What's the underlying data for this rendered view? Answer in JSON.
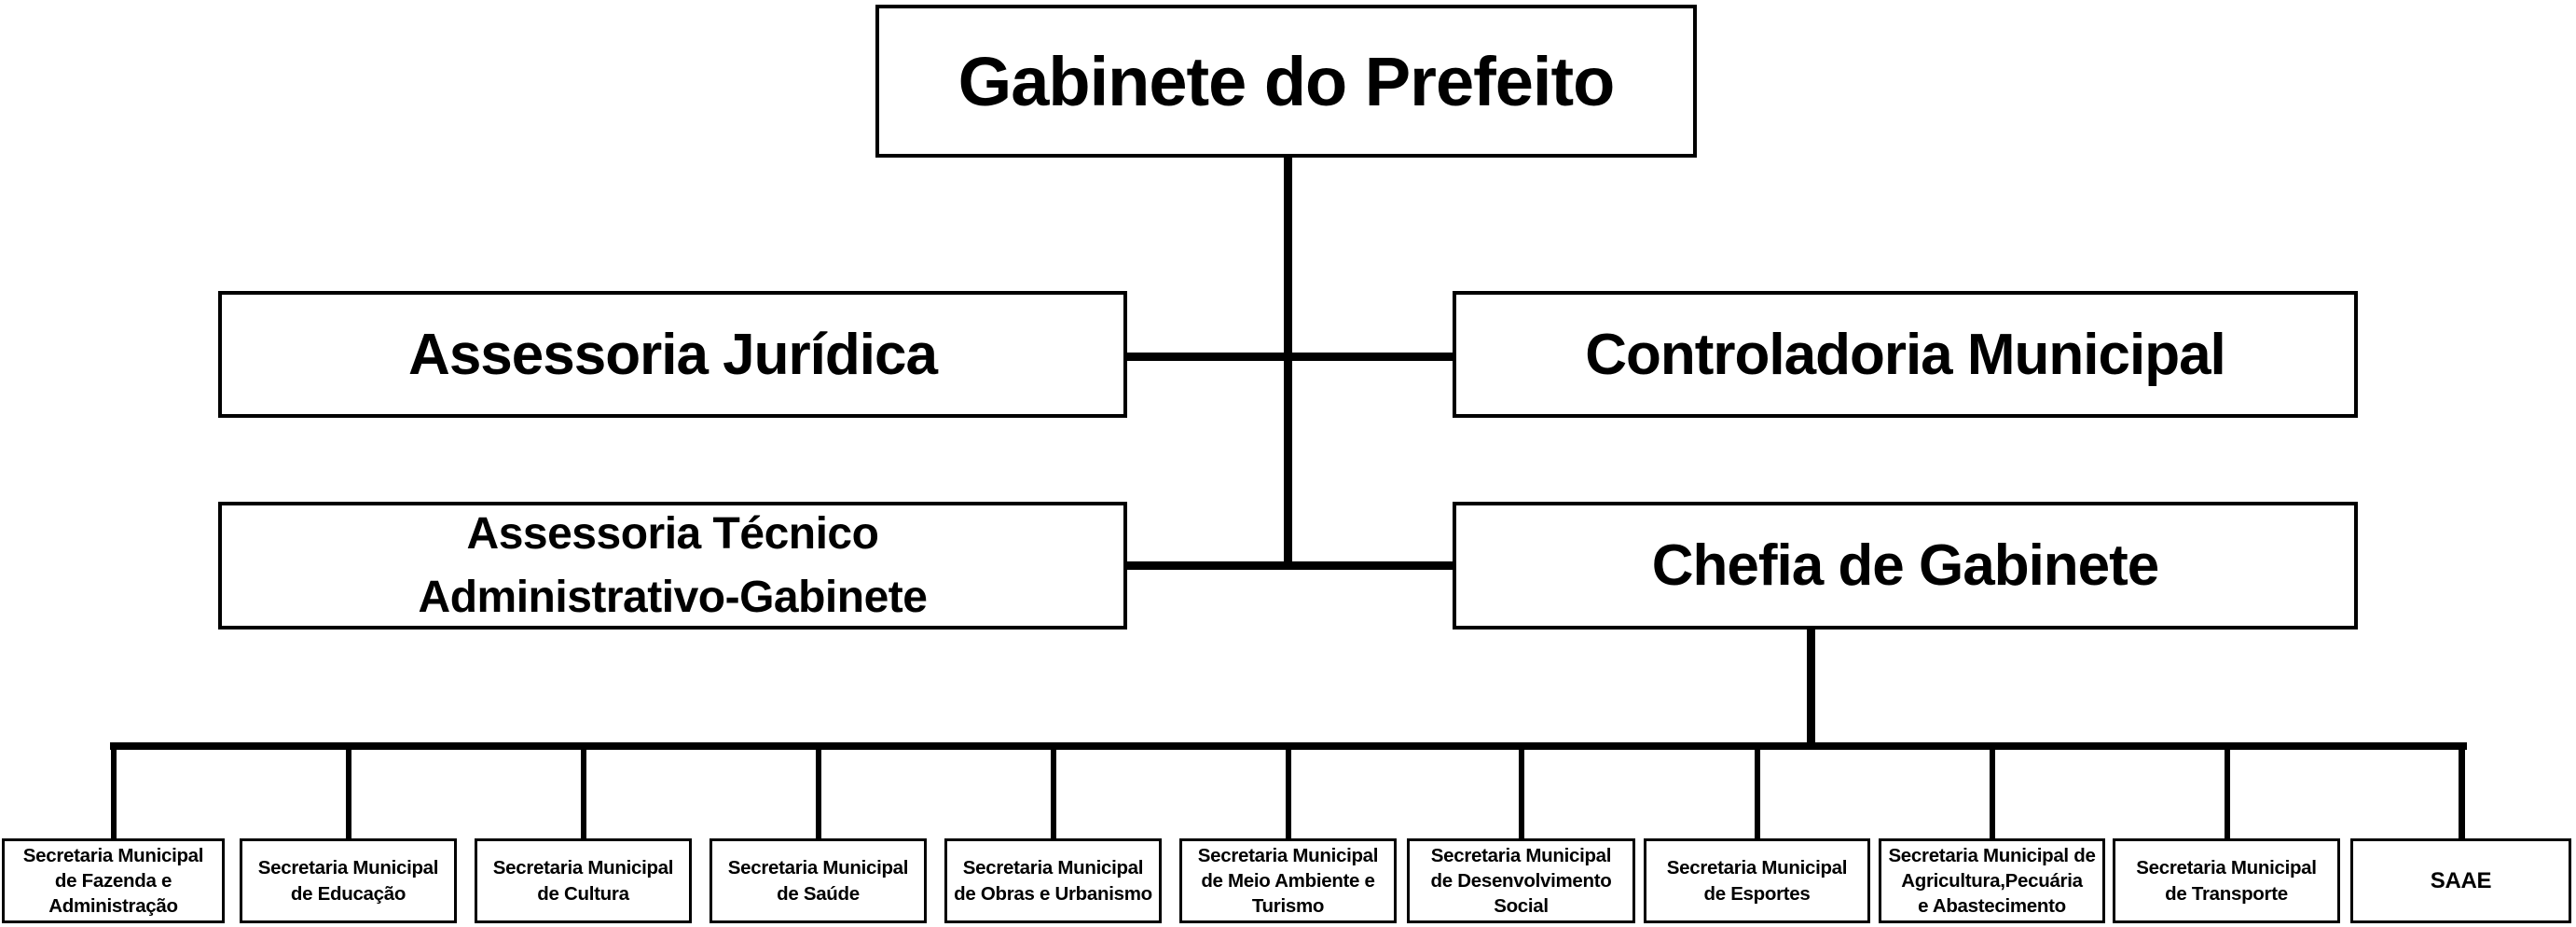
{
  "colors": {
    "background": "#ffffff",
    "box_fill": "#ffffff",
    "box_border": "#000000",
    "line": "#000000",
    "text": "#000000"
  },
  "nodes": {
    "root": "Gabinete do Prefeito",
    "assessoria_juridica": "Assessoria Jurídica",
    "controladoria": "Controladoria Municipal",
    "assessoria_tecnico": "Assessoria Técnico\nAdministrativo-Gabinete",
    "chefia": "Chefia de Gabinete"
  },
  "departments": [
    {
      "label": "Secretaria Municipal\nde Fazenda e\nAdministração"
    },
    {
      "label": "Secretaria Municipal\nde Educação"
    },
    {
      "label": "Secretaria Municipal\nde Cultura"
    },
    {
      "label": "Secretaria Municipal\nde Saúde"
    },
    {
      "label": "Secretaria Municipal\nde Obras e Urbanismo"
    },
    {
      "label": "Secretaria Municipal\nde Meio Ambiente e\nTurismo"
    },
    {
      "label": "Secretaria Municipal\nde Desenvolvimento\nSocial"
    },
    {
      "label": "Secretaria Municipal\nde Esportes"
    },
    {
      "label": "Secretaria Municipal de\nAgricultura,Pecuária\ne Abastecimento"
    },
    {
      "label": "Secretaria Municipal\nde Transporte"
    },
    {
      "label": "SAAE"
    }
  ]
}
